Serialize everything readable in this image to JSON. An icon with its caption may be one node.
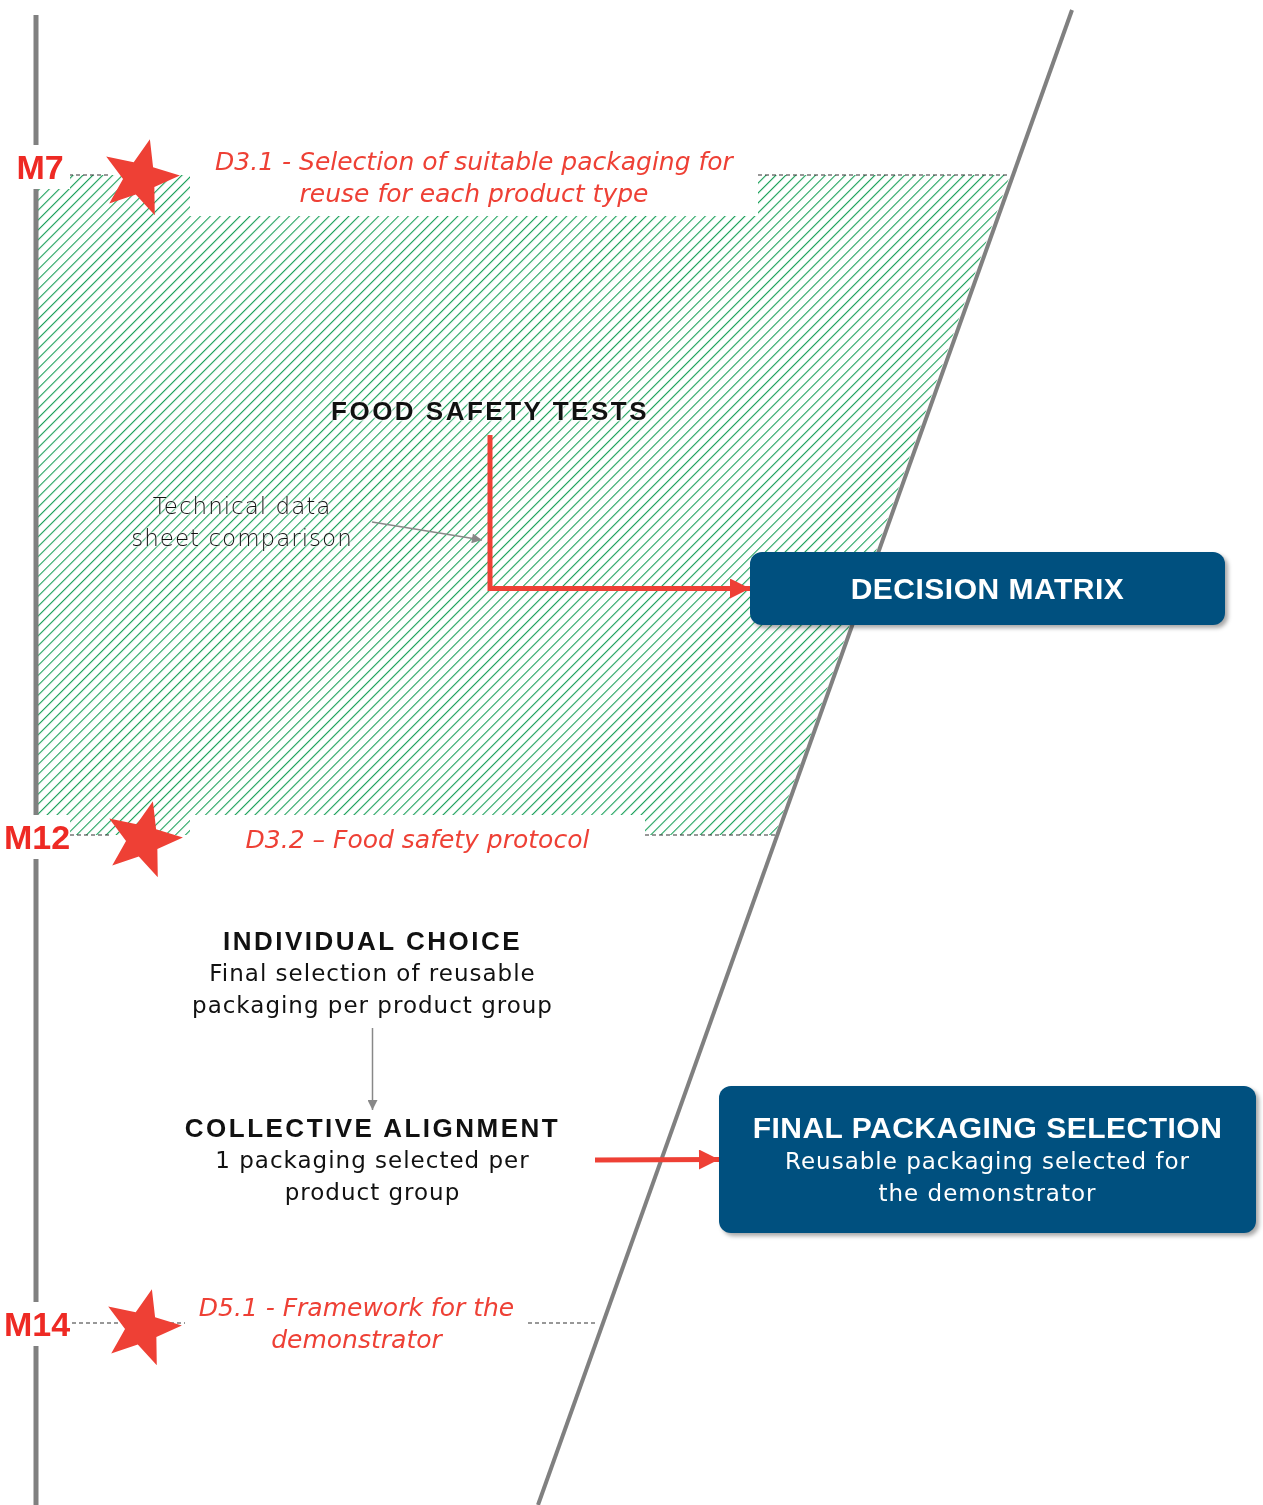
{
  "diagram": {
    "nodes": [
      {
        "text": [
          "FOOD SAFETY TESTS"
        ]
      },
      {
        "text": [
          "Technical data sheet comparison"
        ]
      },
      {
        "text": [
          "DECISION MATRIX"
        ]
      },
      {
        "text": [
          "INDIVIDUAL CHOICE",
          "Final selection of reusable packaging per product group"
        ]
      },
      {
        "text": [
          "COLLECTIVE ALIGNMENT",
          "1 packaging selected per product group"
        ]
      },
      {
        "text": [
          "FINAL PACKAGING SELECTION",
          "Reusable packaging selected for the demonstrator"
        ]
      }
    ],
    "edges": [
      {
        "from": 0,
        "to": 2,
        "arrow": "to",
        "style": "thick",
        "color": "#ee4035"
      },
      {
        "from": 1,
        "to": null,
        "arrow": "to",
        "color": "#888888"
      },
      {
        "from": 3,
        "to": 4,
        "arrow": "to",
        "color": "#888888"
      },
      {
        "from": 4,
        "to": 5,
        "arrow": "to",
        "style": "thick",
        "color": "#ee4035"
      }
    ],
    "labels": [
      "M7",
      "D3.1 - Selection of suitable packaging for reuse for each product type",
      "M12",
      "D3.2 – Food safety protocol",
      "M14",
      "D5.1 - Framework for the demonstrator"
    ]
  }
}
